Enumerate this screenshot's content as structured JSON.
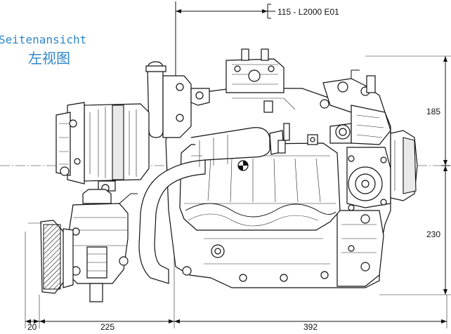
{
  "drawing": {
    "title_de": "Seitenansicht",
    "title_zh": "左视图",
    "reference": "115 - L2000 E01"
  },
  "dimensions": {
    "right_upper": "185",
    "right_lower": "230",
    "bottom_small": "20",
    "bottom_mid": "225",
    "bottom_large": "392"
  }
}
